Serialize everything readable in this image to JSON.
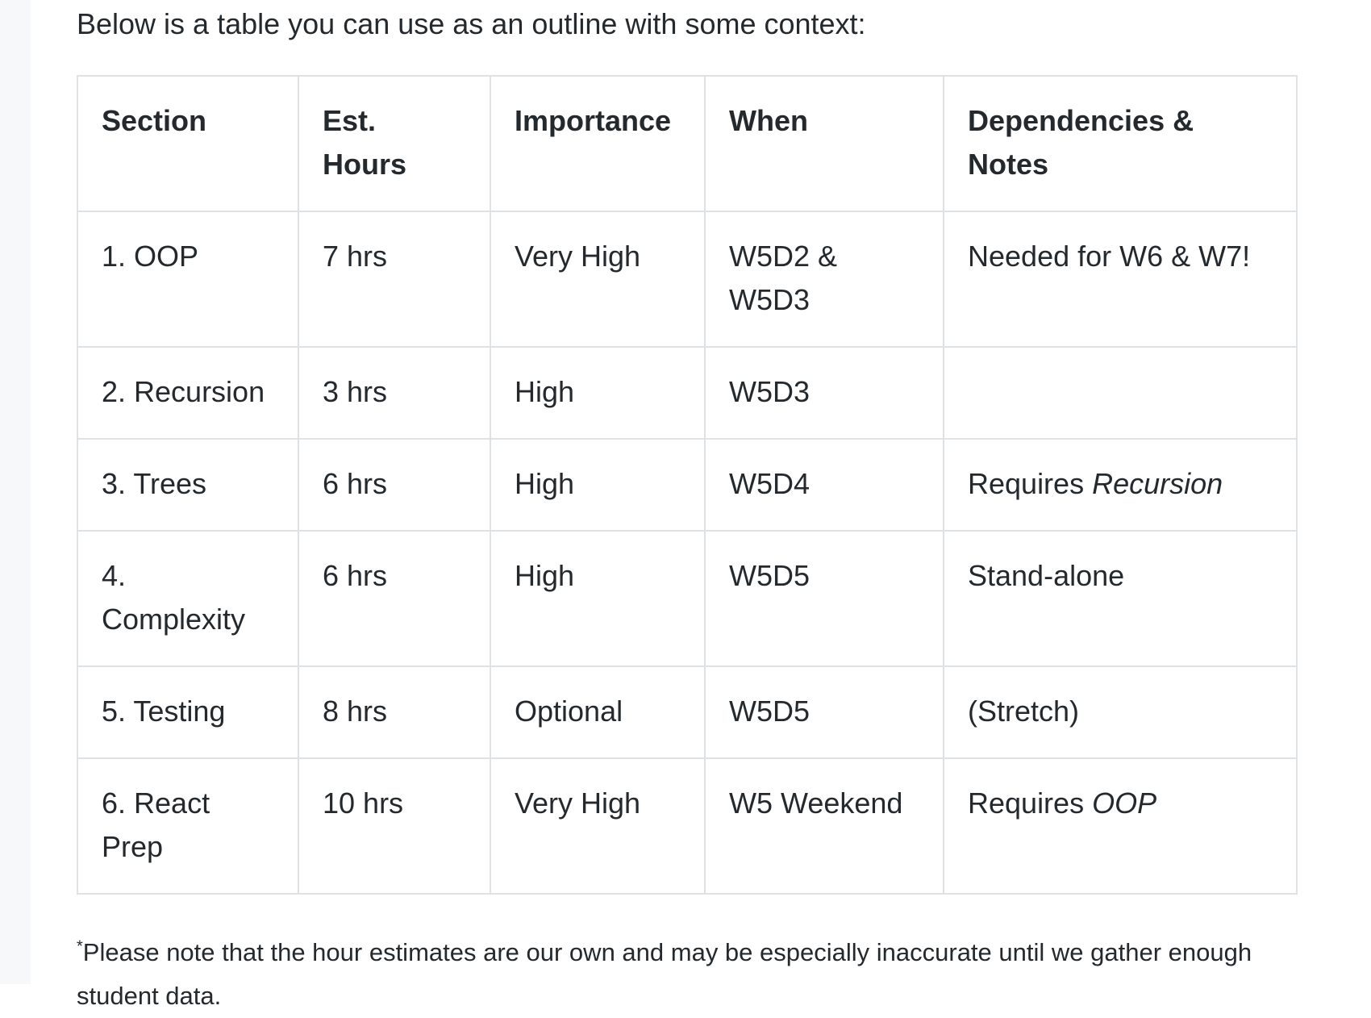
{
  "intro": "Below is a table you can use as an outline with some context:",
  "table": {
    "headers": {
      "section": "Section",
      "hours": "Est. Hours",
      "importance": "Importance",
      "when": "When",
      "notes": "Dependencies & Notes"
    },
    "rows": [
      {
        "section": "1. OOP",
        "hours": "7 hrs",
        "importance": "Very High",
        "when": "W5D2 & W5D3",
        "notes": {
          "text": "Needed for W6 & W7!",
          "emphasis": ""
        }
      },
      {
        "section": "2. Recursion",
        "hours": "3 hrs",
        "importance": "High",
        "when": "W5D3",
        "notes": {
          "text": "",
          "emphasis": ""
        }
      },
      {
        "section": "3. Trees",
        "hours": "6 hrs",
        "importance": "High",
        "when": "W5D4",
        "notes": {
          "text": "Requires ",
          "emphasis": "Recursion"
        }
      },
      {
        "section": "4. Complexity",
        "hours": "6 hrs",
        "importance": "High",
        "when": "W5D5",
        "notes": {
          "text": "Stand-alone",
          "emphasis": ""
        }
      },
      {
        "section": "5. Testing",
        "hours": "8 hrs",
        "importance": "Optional",
        "when": "W5D5",
        "notes": {
          "text": "(Stretch)",
          "emphasis": ""
        }
      },
      {
        "section": "6. React Prep",
        "hours": "10 hrs",
        "importance": "Very High",
        "when": "W5 Weekend",
        "notes": {
          "text": "Requires ",
          "emphasis": "OOP"
        }
      }
    ]
  },
  "footnote": {
    "marker": "*",
    "text": "Please note that the hour estimates are our own and may be especially inaccurate until we gather enough student data."
  },
  "colors": {
    "text": "#24292e",
    "border": "#dfe2e5",
    "gutter": "#f6f8fa"
  }
}
